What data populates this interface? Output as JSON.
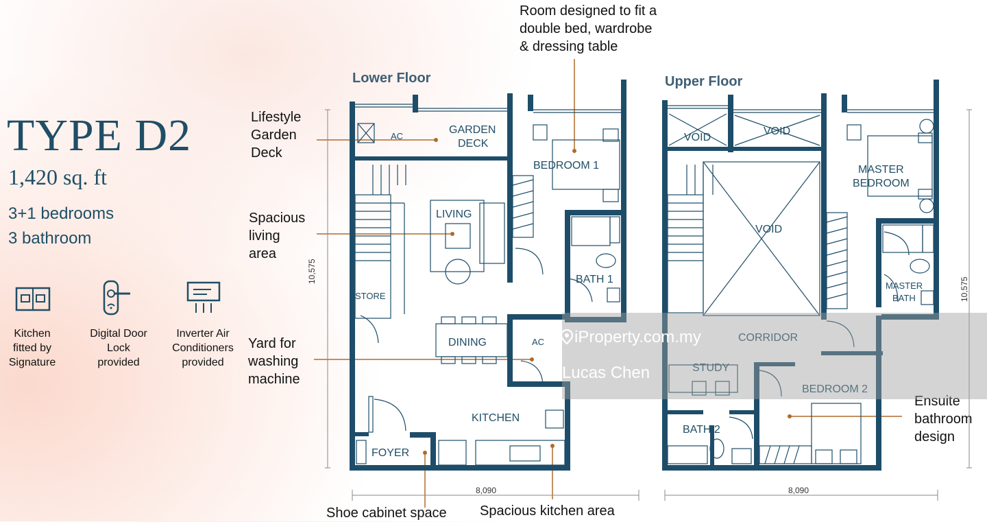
{
  "type_info": {
    "title": "TYPE D2",
    "area": "1,420 sq. ft",
    "bedrooms": "3+1 bedrooms",
    "bathrooms": "3 bathroom"
  },
  "features": [
    {
      "icon": "kitchen-cabinet-icon",
      "label_lines": [
        "Kitchen",
        "fitted by",
        "Signature"
      ]
    },
    {
      "icon": "digital-door-lock-icon",
      "label_lines": [
        "Digital Door",
        "Lock",
        "provided"
      ]
    },
    {
      "icon": "air-conditioner-icon",
      "label_lines": [
        "Inverter Air",
        "Conditioners",
        "provided"
      ]
    }
  ],
  "floors": {
    "lower_title": "Lower Floor",
    "upper_title": "Upper Floor"
  },
  "callouts": {
    "garden_deck": [
      "Lifestyle",
      "Garden",
      "Deck"
    ],
    "living": [
      "Spacious",
      "living",
      "area"
    ],
    "yard": [
      "Yard for",
      "washing",
      "machine"
    ],
    "bedroom1": [
      "Room designed to fit a",
      "double bed, wardrobe",
      "& dressing table"
    ],
    "shoe_cabinet": "Shoe cabinet space",
    "kitchen": "Spacious kitchen area",
    "ensuite": [
      "Ensuite",
      "bathroom",
      "design"
    ]
  },
  "rooms_lower": {
    "ac_top": "AC",
    "garden_deck": [
      "GARDEN",
      "DECK"
    ],
    "bedroom1": "BEDROOM 1",
    "living": "LIVING",
    "bath1": "BATH 1",
    "store": "STORE",
    "dining": "DINING",
    "ac_yard": "AC",
    "kitchen": "KITCHEN",
    "foyer": "FOYER"
  },
  "rooms_upper": {
    "void_left": "VOID",
    "void_mid": "VOID",
    "void_big": "VOID",
    "master_bedroom": [
      "MASTER",
      "BEDROOM"
    ],
    "master_bath": [
      "MASTER",
      "BATH"
    ],
    "corridor": "CORRIDOR",
    "study": "STUDY",
    "bedroom2": "BEDROOM 2",
    "bath2": "BATH 2"
  },
  "dimensions": {
    "lower_width": "8,090",
    "lower_height": "10,575",
    "upper_width": "8,090",
    "upper_height": "10,575"
  },
  "watermark": {
    "site": "iProperty.com.my",
    "name": "Lucas Chen"
  },
  "colors": {
    "wall": "#1d4d68",
    "leader": "#b06a2c",
    "title": "#1f4e66"
  }
}
